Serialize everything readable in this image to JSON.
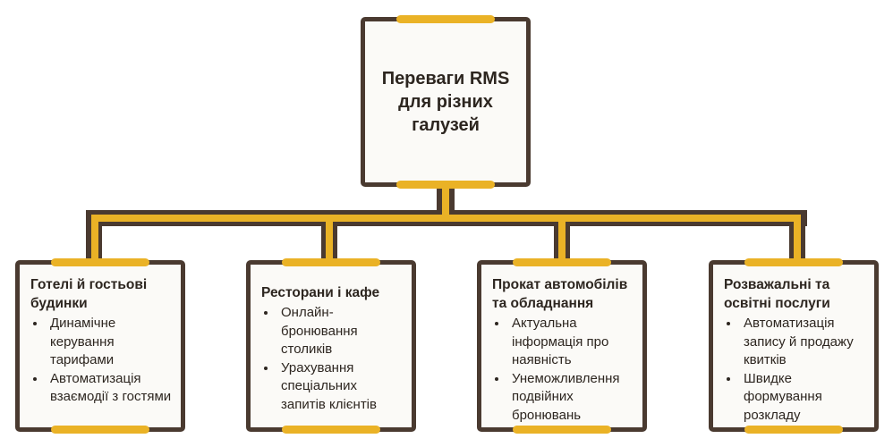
{
  "root": {
    "title": "Переваги RMS для різних галузей"
  },
  "branches": [
    {
      "title": "Готелі й гостьові будинки",
      "items": [
        "Динамічне керування тарифами",
        "Автоматизація взаємодії з гостями"
      ]
    },
    {
      "title": "Ресторани і кафе",
      "items": [
        "Онлайн-бронювання столиків",
        "Урахування спеціальних запитів клієнтів"
      ]
    },
    {
      "title": "Прокат автомобілів та обладнання",
      "items": [
        "Актуальна інформація про наявність",
        "Унеможливлення подвійних бронювань"
      ]
    },
    {
      "title": "Розважальні та освітні послуги",
      "items": [
        "Автоматизація запису й продажу квитків",
        "Швидке формування розкладу"
      ]
    }
  ],
  "colors": {
    "frame": "#4a3a30",
    "accent": "#eab226",
    "fill": "#fbfaf7",
    "text": "#2d2620"
  }
}
